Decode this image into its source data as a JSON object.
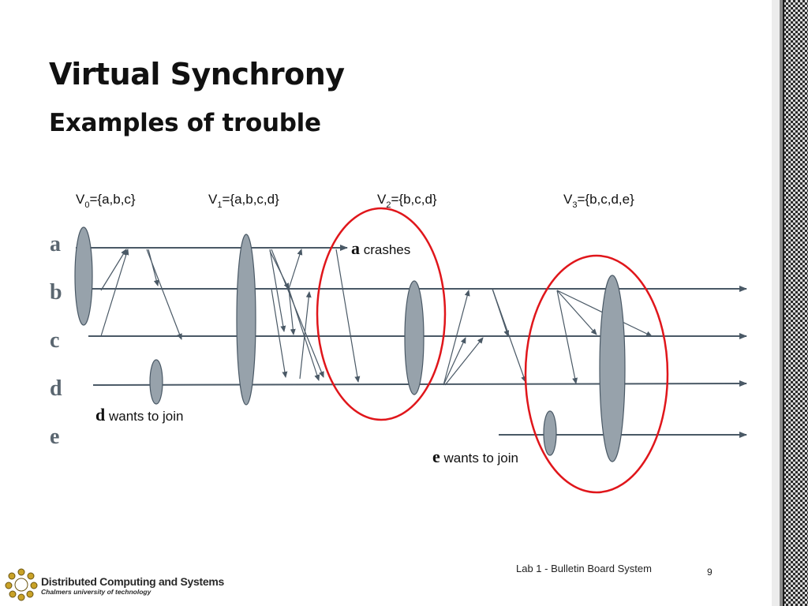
{
  "slide": {
    "title": "Virtual Synchrony",
    "subtitle": "Examples of trouble"
  },
  "views": [
    {
      "base": "V",
      "sub": "0",
      "members": "={a,b,c}"
    },
    {
      "base": "V",
      "sub": "1",
      "members": "={a,b,c,d}"
    },
    {
      "base": "V",
      "sub": "2",
      "members": "={b,c,d}"
    },
    {
      "base": "V",
      "sub": "3",
      "members": "={b,c,d,e}"
    }
  ],
  "processes": [
    "a",
    "b",
    "c",
    "d",
    "e"
  ],
  "annotations": {
    "a_crash": {
      "bold": "a",
      "text": " crashes"
    },
    "d_join": {
      "bold": "d",
      "text": " wants to join"
    },
    "e_join": {
      "bold": "e",
      "text": " wants to join"
    }
  },
  "footer": {
    "lab": "Lab 1 - Bulletin Board System",
    "page": "9",
    "org_name": "Distributed Computing and Systems",
    "org_sub": "Chalmers university of technology"
  },
  "colors": {
    "line": "#4a5966",
    "ellipse_fill": "#97a2ab",
    "highlight": "#e0161b"
  }
}
